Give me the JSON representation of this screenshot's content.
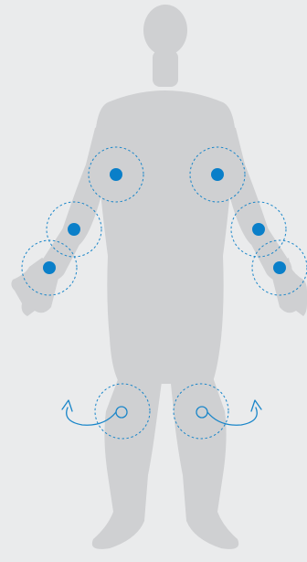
{
  "colors": {
    "background": "#eaebec",
    "body": "#cfd0d2",
    "marker": "#0a7fc9",
    "zone_outline": "#1a86c9"
  },
  "icons": {
    "joint_marker": "filled-dot-icon",
    "zone_ring": "dashed-circle-icon",
    "rotation": "rotation-arrow-icon"
  },
  "sensor_sites": [
    {
      "name": "left-shoulder",
      "marker": "dot"
    },
    {
      "name": "left-elbow",
      "marker": "dot"
    },
    {
      "name": "left-wrist",
      "marker": "dot"
    },
    {
      "name": "right-shoulder",
      "marker": "dot"
    },
    {
      "name": "right-elbow",
      "marker": "dot"
    },
    {
      "name": "right-wrist",
      "marker": "dot"
    },
    {
      "name": "left-knee",
      "marker": "rotation"
    },
    {
      "name": "right-knee",
      "marker": "rotation"
    }
  ]
}
